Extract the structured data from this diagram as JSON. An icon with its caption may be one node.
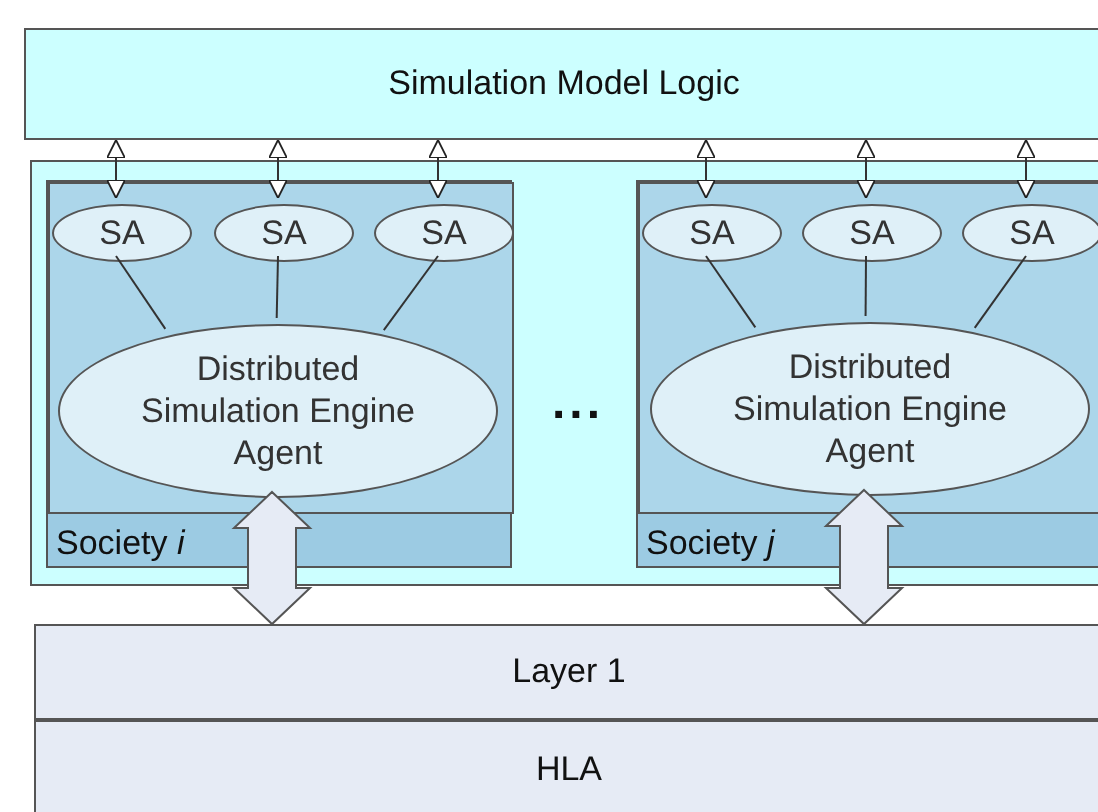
{
  "diagram": {
    "nodes": [
      {
        "text": [
          "Simulation Model Logic"
        ]
      },
      {
        "text": [],
        "shape": "box"
      },
      {
        "text": [
          "Society *i*"
        ],
        "in": 1
      },
      {
        "text": [],
        "shape": "box",
        "in": 2
      },
      {
        "text": [
          "SA"
        ],
        "in": 3
      },
      {
        "text": [
          "SA"
        ],
        "in": 3
      },
      {
        "text": [
          "SA"
        ],
        "in": 3
      },
      {
        "text": [
          "Distributed Simulation Engine Agent"
        ],
        "in": 3
      },
      {
        "text": [
          "Society *j*"
        ],
        "in": 1
      },
      {
        "text": [],
        "shape": "box",
        "in": 8
      },
      {
        "text": [
          "SA"
        ],
        "in": 9
      },
      {
        "text": [
          "SA"
        ],
        "in": 9
      },
      {
        "text": [
          "SA"
        ],
        "in": 9
      },
      {
        "text": [
          "Distributed Simulation Engine Agent"
        ],
        "in": 9
      },
      {
        "text": [
          "Layer 1"
        ]
      },
      {
        "text": [
          "HLA"
        ]
      }
    ],
    "edges": [
      {
        "from": 4,
        "to": 0,
        "arrow": "both"
      },
      {
        "from": 5,
        "to": 0,
        "arrow": "both"
      },
      {
        "from": 6,
        "to": 0,
        "arrow": "both"
      },
      {
        "from": 4,
        "to": 7,
        "arrow": "none"
      },
      {
        "from": 5,
        "to": 7,
        "arrow": "none"
      },
      {
        "from": 6,
        "to": 7,
        "arrow": "none"
      },
      {
        "from": 10,
        "to": 0,
        "arrow": "both"
      },
      {
        "from": 11,
        "to": 0,
        "arrow": "both"
      },
      {
        "from": 12,
        "to": 0,
        "arrow": "both"
      },
      {
        "from": 10,
        "to": 13,
        "arrow": "none"
      },
      {
        "from": 11,
        "to": 13,
        "arrow": "none"
      },
      {
        "from": 12,
        "to": 13,
        "arrow": "none"
      },
      {
        "from": 7,
        "to": 14,
        "arrow": "both",
        "style": "thick"
      },
      {
        "from": 13,
        "to": 14,
        "arrow": "both",
        "style": "thick"
      }
    ],
    "labels": [
      "..."
    ]
  }
}
